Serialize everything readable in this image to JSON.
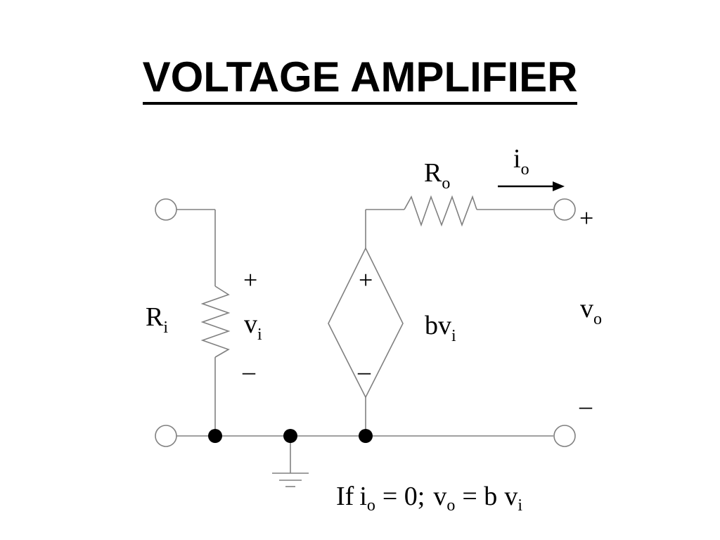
{
  "title": "VOLTAGE AMPLIFIER",
  "labels": {
    "input_resistor": {
      "main": "R",
      "sub": "i"
    },
    "output_resistor": {
      "main": "R",
      "sub": "o"
    },
    "output_current": {
      "main": "i",
      "sub": "o"
    },
    "input_voltage": {
      "main": "v",
      "sub": "i"
    },
    "output_voltage": {
      "main": "v",
      "sub": "o"
    },
    "source_value": {
      "main": "bv",
      "sub": "i"
    },
    "plus": "+",
    "minus": "–"
  },
  "equation": {
    "if": "If",
    "i": "i",
    "o_sub": "o",
    "eq_zero": "= 0;",
    "v": "v",
    "eq_b": "= b",
    "v2": "v",
    "i_sub": "i"
  },
  "colors": {
    "wire": "#808080",
    "ink": "#000000"
  }
}
